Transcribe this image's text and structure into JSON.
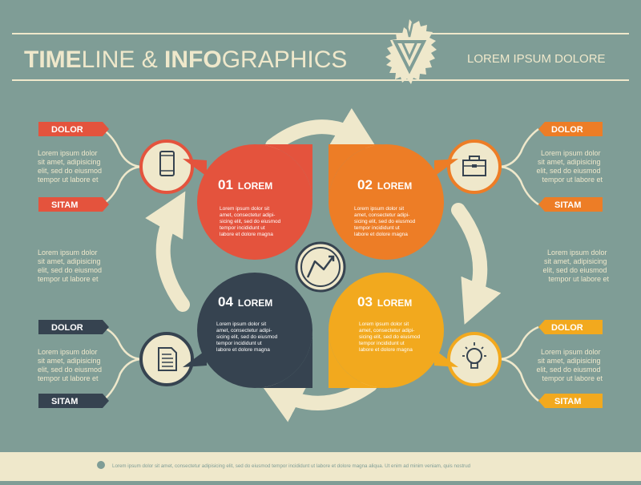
{
  "header": {
    "title_bold_1": "TIME",
    "title_light_1": "LINE & ",
    "title_bold_2": "INFO",
    "title_light_2": "GRAPHICS",
    "subtitle": "LOREM IPSUM DOLORE"
  },
  "steps": [
    {
      "number": "01",
      "label": "LOREM",
      "text": [
        "Lorem ipsum dolor sit",
        "amet, consectetur adipi-",
        "sicing elit, sed do eiusmod",
        "tempor incididunt ut",
        "labore et dolore magna"
      ],
      "color": "#e4533d",
      "icon": "phone-icon"
    },
    {
      "number": "02",
      "label": "LOREM",
      "text": [
        "Lorem ipsum dolor sit",
        "amet, consectetur adipi-",
        "sicing elit, sed do eiusmod",
        "tempor incididunt ut",
        "labore et dolore magna"
      ],
      "color": "#ed7d26",
      "icon": "briefcase-icon"
    },
    {
      "number": "03",
      "label": "LOREM",
      "text": [
        "Lorem ipsum dolor sit",
        "amet, consectetur adipi-",
        "sicing elit, sed do eiusmod",
        "tempor incididunt ut",
        "labore et dolore magna"
      ],
      "color": "#f2a91e",
      "icon": "lightbulb-icon"
    },
    {
      "number": "04",
      "label": "LOREM",
      "text": [
        "Lorem ipsum dolor sit",
        "amet, consectetur adipi-",
        "sicing elit, sed do eiusmod",
        "tempor incididunt ut",
        "labore et dolore magna"
      ],
      "color": "#364350",
      "icon": "document-icon"
    }
  ],
  "side_blocks": [
    {
      "tag_top": "DOLOR",
      "tag_bottom": "SITAM",
      "text": [
        "Lorem ipsum dolor",
        "sit amet, adipisicing",
        "elit, sed do eiusmod",
        "tempor ut labore et"
      ],
      "color": "#e4533d"
    },
    {
      "tag_top": "DOLOR",
      "tag_bottom": "SITAM",
      "text": [
        "Lorem ipsum dolor",
        "sit amet, adipisicing",
        "elit, sed do eiusmod",
        "tempor ut labore et"
      ],
      "color": "#ed7d26"
    },
    {
      "tag_top": "DOLOR",
      "tag_bottom": "SITAM",
      "text": [
        "Lorem ipsum dolor",
        "sit amet, adipisicing",
        "elit, sed do eiusmod",
        "tempor ut labore et"
      ],
      "color": "#f2a91e"
    },
    {
      "tag_top": "DOLOR",
      "tag_bottom": "SITAM",
      "text": [
        "Lorem ipsum dolor",
        "sit amet, adipisicing",
        "elit, sed do eiusmod",
        "tempor ut labore et"
      ],
      "color": "#364350"
    }
  ],
  "middle_texts": {
    "left": [
      "Lorem ipsum dolor",
      "sit amet, adipisicing",
      "elit, sed do eiusmod",
      "tempor ut labore et"
    ],
    "right": [
      "Lorem ipsum dolor",
      "sit amet, adipisicing",
      "elit, sed do eiusmod",
      "tempor ut labore et"
    ]
  },
  "footer": {
    "text": "Lorem ipsum dolor sit amet, consectetur adipisicing elit, sed do eiusmod tempor incididunt ut labore et dolore magna aliqua. Ut enim ad minim veniam, quis nostrud"
  },
  "colors": {
    "background": "#7f9d96",
    "cream": "#efe8cb",
    "dark": "#364350"
  },
  "center_icon": "chart-trend-icon",
  "logo": "emblem-logo"
}
